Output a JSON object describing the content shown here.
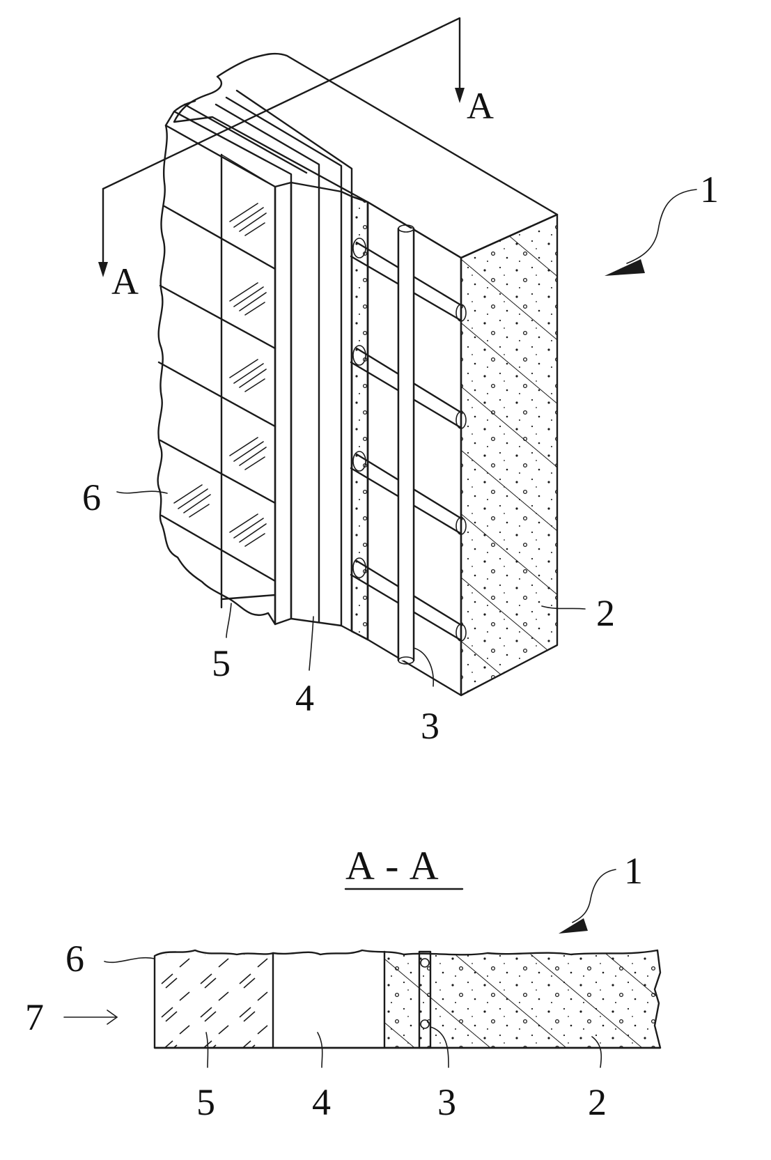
{
  "figure": {
    "section_marker_top": "A",
    "section_marker_left": "A",
    "ref_top_assembly": "1",
    "ref_top_tiles_glaze": "6",
    "ref_top_tiles": "5",
    "ref_top_cavity": "4",
    "ref_top_rods": "3",
    "ref_top_wall": "2"
  },
  "section": {
    "title": "A - A",
    "ref_assembly": "1",
    "ref_glaze": "6",
    "ref_direction": "7",
    "ref_tiles": "5",
    "ref_cavity": "4",
    "ref_rods": "3",
    "ref_wall": "2"
  },
  "colors": {
    "ink": "#1a1a1a",
    "paper": "#ffffff"
  }
}
